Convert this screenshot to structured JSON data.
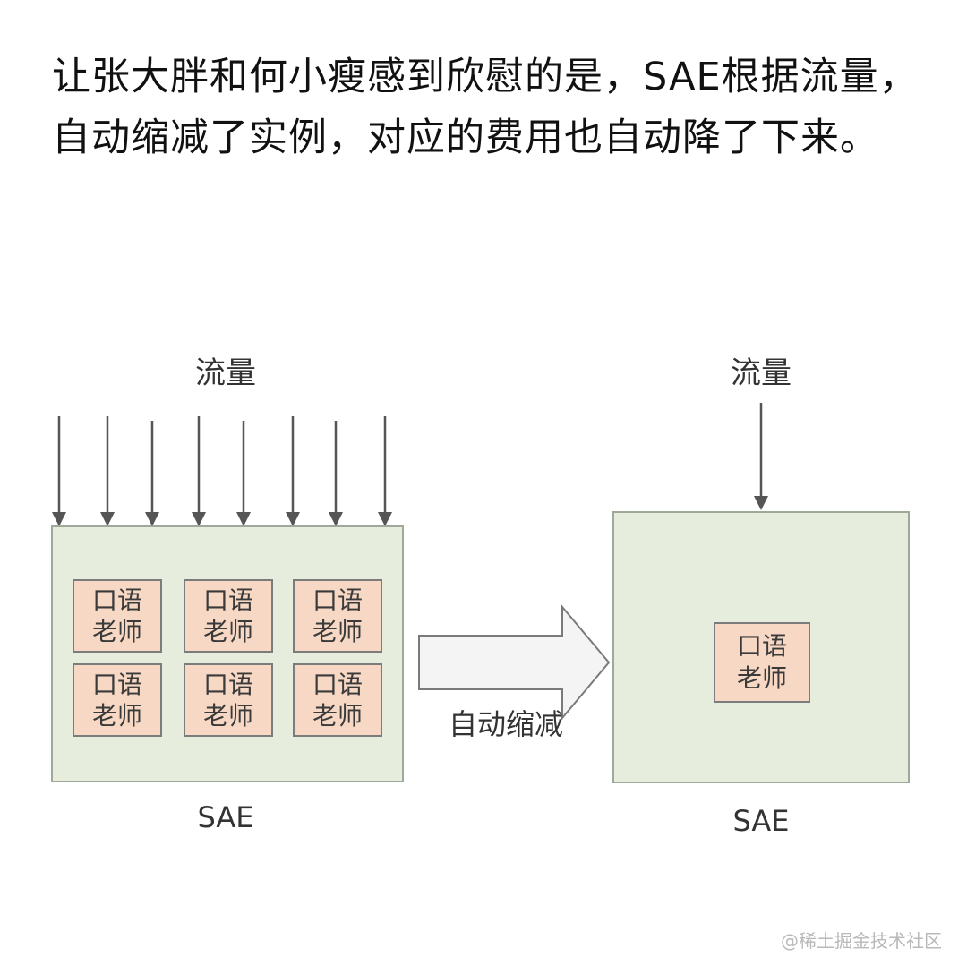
{
  "paragraph": "让张大胖和何小瘦感到欣慰的是，SAE根据流量，自动缩减了实例，对应的费用也自动降了下来。",
  "diagram": {
    "left_panel": {
      "traffic_label": "流量",
      "platform_label": "SAE",
      "instance_line1": "口语",
      "instance_line2": "老师",
      "instance_count": 6
    },
    "transition_label": "自动缩减",
    "right_panel": {
      "traffic_label": "流量",
      "platform_label": "SAE",
      "instance_line1": "口语",
      "instance_line2": "老师",
      "instance_count": 1
    },
    "colors": {
      "panel_fill": "#e6eddd",
      "panel_border": "#9fa99a",
      "instance_fill": "#f6d8c4",
      "instance_border": "#7c7c7c",
      "arrow_stroke": "#555555",
      "big_arrow_fill": "#f4f4f4"
    }
  },
  "watermark": "@稀土掘金技术社区"
}
